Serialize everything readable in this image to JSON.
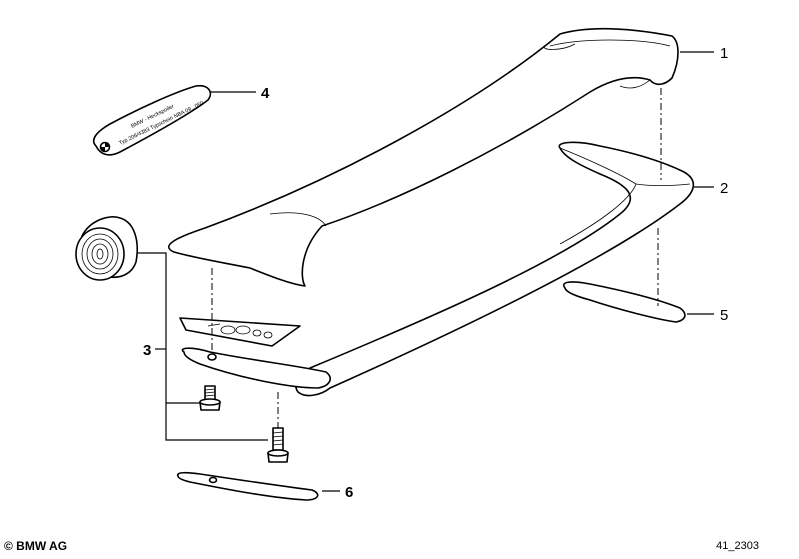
{
  "callouts": {
    "c1": "1",
    "c2": "2",
    "c3": "3",
    "c4": "4",
    "c5": "5",
    "c6": "6"
  },
  "label_plate": {
    "line1": "BMW - Heckspoiler",
    "line2": "Typ 206/4383 Typschein NBA 09...050"
  },
  "footer": {
    "copyright": "© BMW AG",
    "diagram_id": "41_2303"
  },
  "icons": {
    "logo": "bmw-roundel-icon"
  }
}
